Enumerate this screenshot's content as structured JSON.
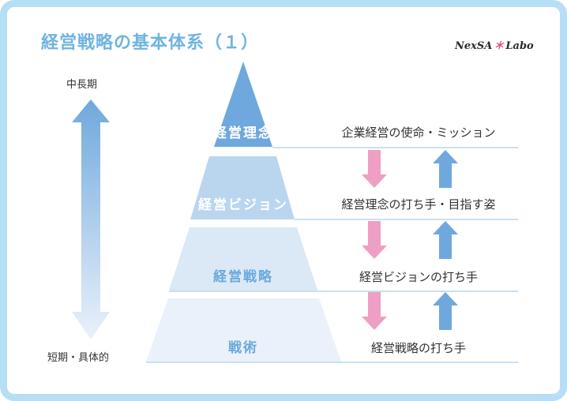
{
  "page": {
    "title": "経営戦略の基本体系（１）",
    "brand": {
      "left": "NexSA",
      "star": "＊",
      "right": "Labo"
    }
  },
  "timeline": {
    "top_label": "中長期",
    "bottom_label": "短期・具体的"
  },
  "tiers": [
    {
      "label": "経営理念",
      "description": "企業経営の使命・ミッション"
    },
    {
      "label": "経営ビジョン",
      "description": "経営理念の打ち手・目指す姿"
    },
    {
      "label": "経営戦略",
      "description": "経営ビジョンの打ち手"
    },
    {
      "label": "戦術",
      "description": "経営戦略の打ち手"
    }
  ],
  "colors": {
    "frame": "#b6def5",
    "title": "#6fb4e0",
    "tier_1": "#6fa8dc",
    "tier_2": "#bad6ef",
    "tier_3": "#dbe8f6",
    "tier_4": "#eaf1fa",
    "down_arrow": "#ef9ec4",
    "up_arrow": "#6fa8dc",
    "rule_line": "#a9cde9"
  }
}
